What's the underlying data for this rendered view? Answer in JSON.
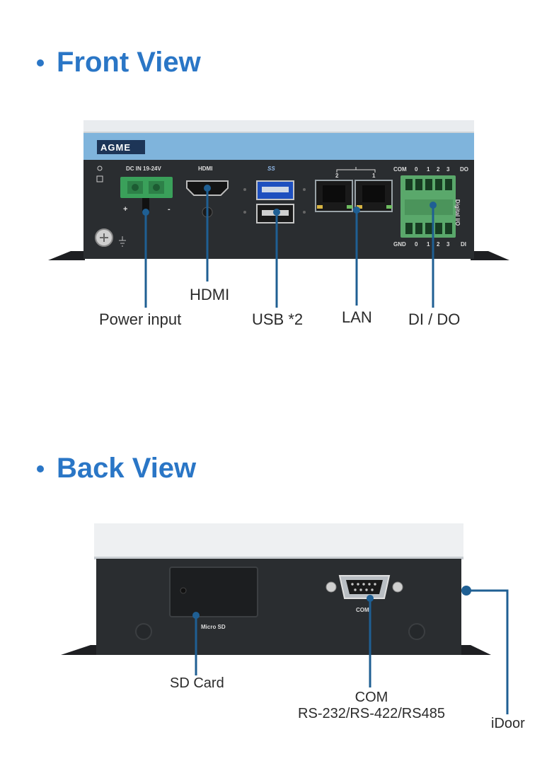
{
  "front": {
    "title": "Front View",
    "brand": "AGME",
    "panel_text": {
      "dc_in": "DC IN 19-24V",
      "hdmi": "HDMI",
      "usb_logo": "SS",
      "com": "COM",
      "do": "DO",
      "gnd": "GND",
      "di": "DI",
      "digital_io": "Digital I/O",
      "pin_0": "0",
      "pin_1": "1",
      "pin_2": "2",
      "pin_3": "3",
      "lan_2": "2",
      "lan_1": "1",
      "plus": "+",
      "minus": "-"
    },
    "callouts": {
      "power": "Power input",
      "hdmi": "HDMI",
      "usb": "USB *2",
      "lan": "LAN",
      "dio": "DI / DO"
    }
  },
  "back": {
    "title": "Back View",
    "panel_text": {
      "microsd": "Micro SD",
      "com": "COM"
    },
    "callouts": {
      "sd": "SD Card",
      "com_line1": "COM",
      "com_line2": "RS-232/RS-422/RS485",
      "idoor": "iDoor"
    }
  },
  "colors": {
    "accent": "#2a76c6",
    "leader": "#1f5f93",
    "chassis": "#2a2d30",
    "label_band": "#7fb4dc"
  }
}
